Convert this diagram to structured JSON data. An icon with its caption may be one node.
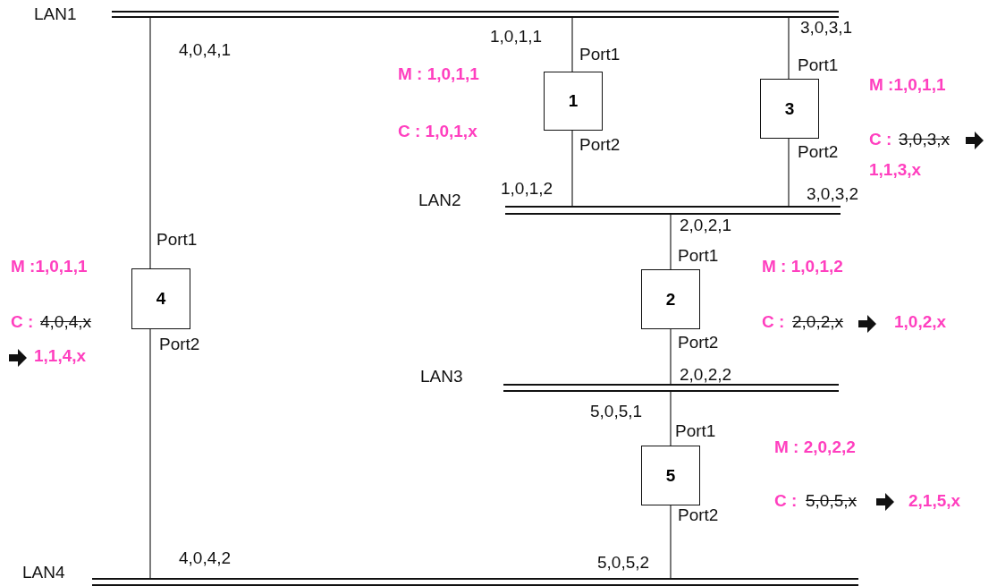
{
  "diagram": {
    "nodes": [
      {
        "text": [
          "LAN1"
        ]
      },
      {
        "text": [
          "1"
        ],
        "beside": [
          "Port1",
          "Port2"
        ]
      },
      {
        "text": [
          "3"
        ],
        "beside": [
          "Port1",
          "Port2"
        ]
      },
      {
        "text": [
          "LAN2"
        ]
      },
      {
        "text": [
          "4"
        ],
        "beside": [
          "Port1",
          "Port2"
        ]
      },
      {
        "text": [
          "2"
        ],
        "beside": [
          "Port1",
          "Port2"
        ]
      },
      {
        "text": [
          "LAN3"
        ]
      },
      {
        "text": [
          "5"
        ],
        "beside": [
          "Port1",
          "Port2"
        ]
      },
      {
        "text": [
          "LAN4"
        ]
      }
    ],
    "edges": [
      {
        "from": 0,
        "to": 1,
        "arrow": "none",
        "label": "1,0,1,1"
      },
      {
        "from": 1,
        "to": 3,
        "arrow": "none",
        "label": "1,0,1,2"
      },
      {
        "from": 0,
        "to": 2,
        "arrow": "none",
        "label": "3,0,3,1"
      },
      {
        "from": 2,
        "to": 3,
        "arrow": "none",
        "label": "3,0,3,2"
      },
      {
        "from": 0,
        "to": 4,
        "arrow": "none",
        "label": "4,0,4,1"
      },
      {
        "from": 4,
        "to": 8,
        "arrow": "none",
        "label": "4,0,4,2"
      },
      {
        "from": 3,
        "to": 5,
        "arrow": "none",
        "label": "2,0,2,1"
      },
      {
        "from": 5,
        "to": 6,
        "arrow": "none",
        "label": "2,0,2,2"
      },
      {
        "from": 6,
        "to": 7,
        "arrow": "none",
        "label": "5,0,5,1"
      },
      {
        "from": 7,
        "to": 8,
        "arrow": "none",
        "label": "5,0,5,2"
      }
    ],
    "labels": [
      "M : 1,0,1,1",
      "M :1,0,1,1",
      "C : 1,0,1,x",
      "C :",
      "3,0,3,x",
      "1,1,3,x",
      "M :1,0,1,1",
      "M : 1,0,1,2",
      "C :",
      "4,0,4,x",
      "1,1,4,x",
      "C :",
      "2,0,2,x",
      "1,0,2,x",
      "M : 2,0,2,2",
      "C :",
      "5,0,5,x",
      "2,1,5,x"
    ]
  }
}
